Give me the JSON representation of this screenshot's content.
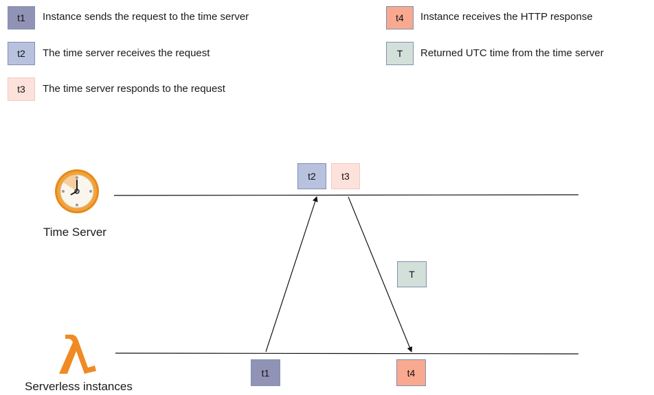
{
  "legend": {
    "t1": {
      "tag": "t1",
      "text": "Instance sends the request to the time server",
      "color": "#9193b6"
    },
    "t2": {
      "tag": "t2",
      "text": "The time server receives the request",
      "color": "#b8c2df"
    },
    "t3": {
      "tag": "t3",
      "text": "The time server responds to the request",
      "color": "#fde2dc"
    },
    "t4": {
      "tag": "t4",
      "text": "Instance receives the HTTP response",
      "color": "#f8a98f"
    },
    "T": {
      "tag": "T",
      "text": "Returned UTC time from the time server",
      "color": "#d3e0da"
    }
  },
  "diagram": {
    "time_server_label": "Time Server",
    "serverless_label": "Serverless instances",
    "server_icon": "clock-icon",
    "instance_icon": "lambda-icon",
    "lambda_color": "#f08a24",
    "clock_color": "#f2a33a",
    "markers": {
      "t1": "t1",
      "t2": "t2",
      "t3": "t3",
      "t4": "t4",
      "T": "T"
    }
  }
}
